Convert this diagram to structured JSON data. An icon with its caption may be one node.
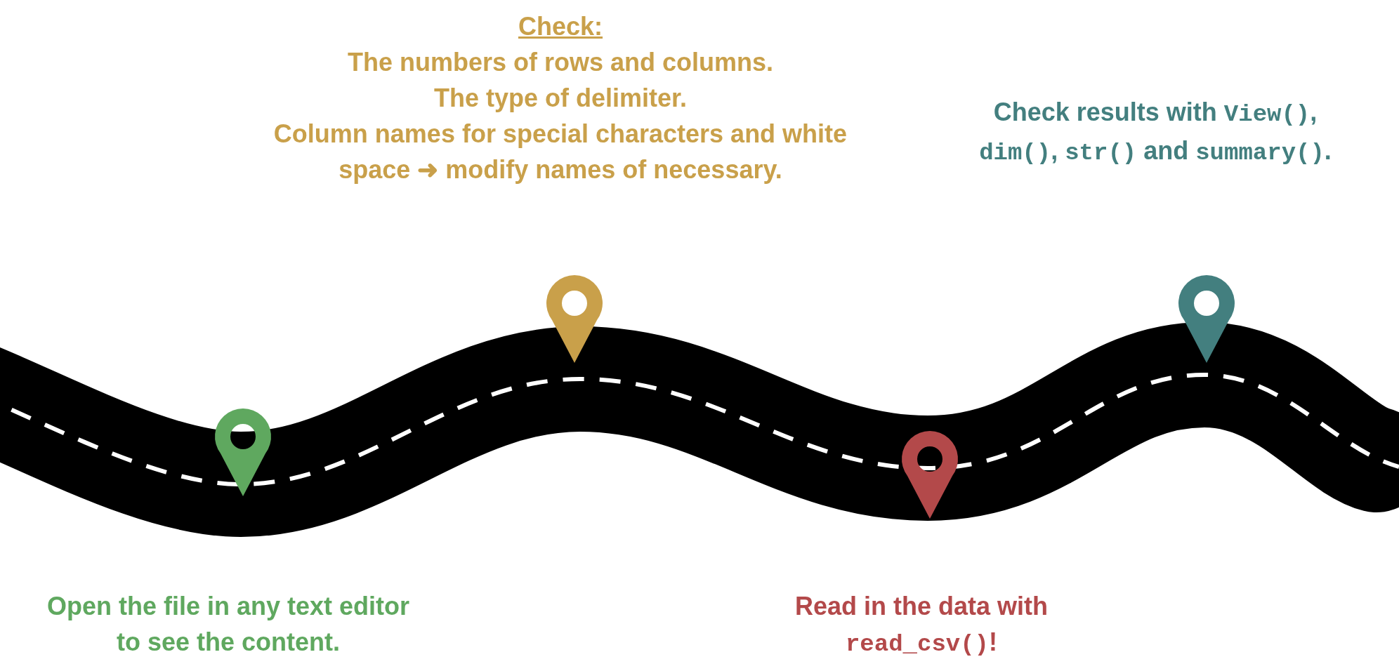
{
  "diagram": {
    "labels": [
      "Check:",
      "The numbers of rows and columns.",
      "The type of delimiter.",
      "Column names for special characters and white space ➜ modify names of necessary.",
      "Check results with View(), dim(), str() and summary().",
      "Open the file in any text editor to see the content.",
      "Read in the data with read_csv()!"
    ]
  }
}
